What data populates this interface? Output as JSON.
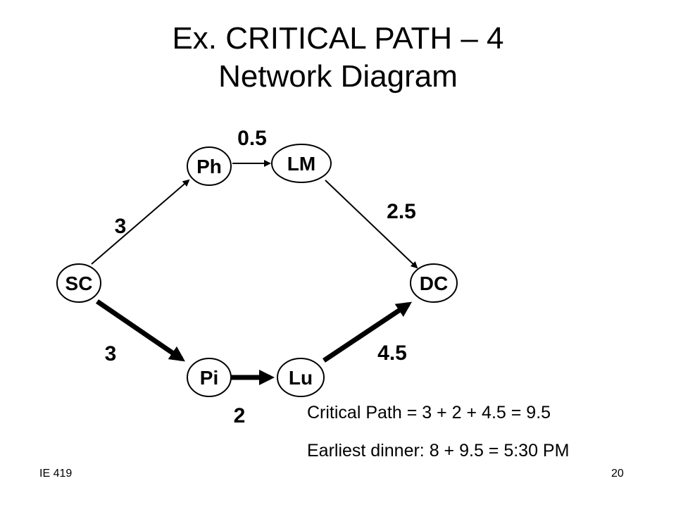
{
  "slide": {
    "title_line1": "Ex. CRITICAL PATH – 4",
    "title_line2": "Network Diagram",
    "footer_left": "IE 419",
    "footer_right": "20"
  },
  "diagram": {
    "nodes": {
      "SC": "SC",
      "Ph": "Ph",
      "LM": "LM",
      "DC": "DC",
      "Pi": "Pi",
      "Lu": "Lu"
    },
    "edges": [
      {
        "from": "SC",
        "to": "Ph",
        "weight": "3",
        "critical": false
      },
      {
        "from": "Ph",
        "to": "LM",
        "weight": "0.5",
        "critical": false
      },
      {
        "from": "LM",
        "to": "DC",
        "weight": "2.5",
        "critical": false
      },
      {
        "from": "SC",
        "to": "Pi",
        "weight": "3",
        "critical": true
      },
      {
        "from": "Pi",
        "to": "Lu",
        "weight": "2",
        "critical": true
      },
      {
        "from": "Lu",
        "to": "DC",
        "weight": "4.5",
        "critical": true
      }
    ]
  },
  "notes": {
    "critical_path": "Critical Path = 3 + 2 + 4.5 = 9.5",
    "earliest_dinner": "Earliest dinner: 8 + 9.5 = 5:30 PM"
  }
}
